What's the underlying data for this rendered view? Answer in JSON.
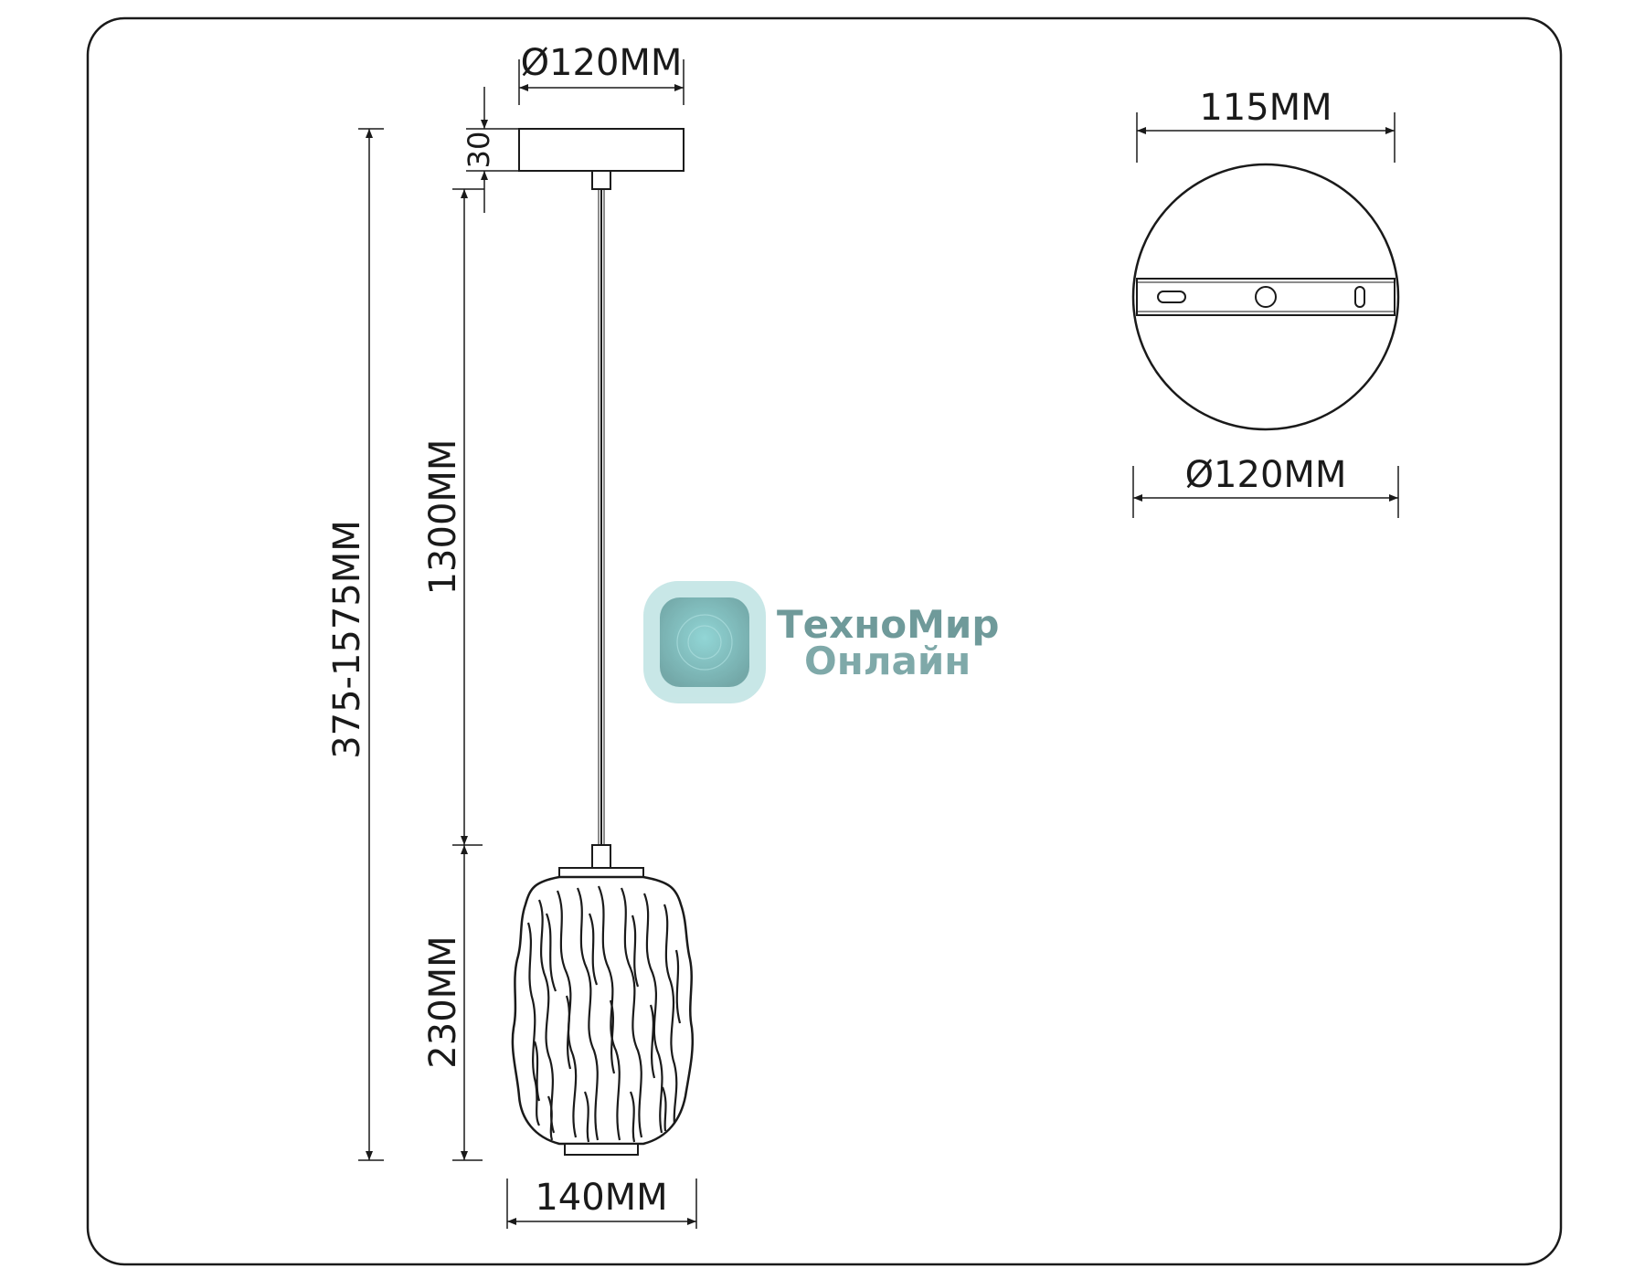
{
  "dimensions": {
    "canopy_diameter_side": "Ø120MM",
    "canopy_height": "30",
    "cable_length": "1300MM",
    "total_height": "375-1575MM",
    "shade_height": "230MM",
    "shade_width": "140MM",
    "bracket_length": "115MM",
    "canopy_diameter_top": "Ø120MM"
  },
  "watermark": {
    "line1": "ТехноМир",
    "line2": "Онлайн"
  },
  "colors": {
    "line": "#1a1a1a",
    "watermark_teal": "#7fbcbc",
    "watermark_dark": "#4a8080"
  }
}
